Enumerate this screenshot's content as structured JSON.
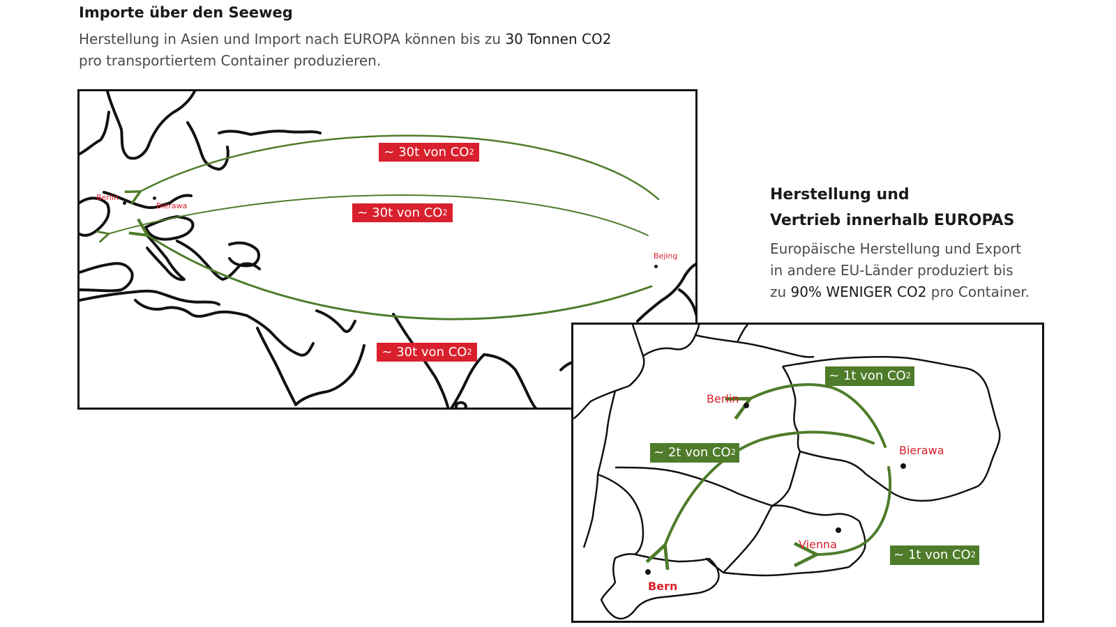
{
  "colors": {
    "red": "#d9202d",
    "green": "#4e7c2a",
    "border": "#111111",
    "text": "#4a4a4a"
  },
  "sea": {
    "heading": "Importe über den Seeweg",
    "line1_pre": "Herstellung in Asien und Import nach EUROPA können bis zu ",
    "line1_bold": "30 Tonnen CO2",
    "line2": "pro transportiertem Container produzieren.",
    "route_labels": [
      {
        "prefix": "~ 30t von CO",
        "sub": "2"
      },
      {
        "prefix": "~ 30t von CO",
        "sub": "2"
      },
      {
        "prefix": "~ 30t von CO",
        "sub": "2"
      }
    ],
    "cities": {
      "berlin": "Berlin",
      "bierawa": "Bierawa",
      "beijing": "Bejing"
    }
  },
  "europe": {
    "heading_line1": "Herstellung und",
    "heading_line2": "Vertrieb innerhalb EUROPAS",
    "line1": "Europäische Herstellung und Export",
    "line2": "in andere EU-Länder produziert bis",
    "line3_pre": "zu ",
    "line3_bold": "90% WENIGER CO2",
    "line3_post": " pro Container.",
    "route_labels": [
      {
        "prefix": "~ 1t von CO",
        "sub": "2"
      },
      {
        "prefix": "~ 2t von CO",
        "sub": "2"
      },
      {
        "prefix": "~ 1t von CO",
        "sub": "2"
      }
    ],
    "cities": {
      "berlin": "Berlin",
      "bierawa": "Bierawa",
      "vienna": "Vienna",
      "bern": "Bern"
    }
  }
}
